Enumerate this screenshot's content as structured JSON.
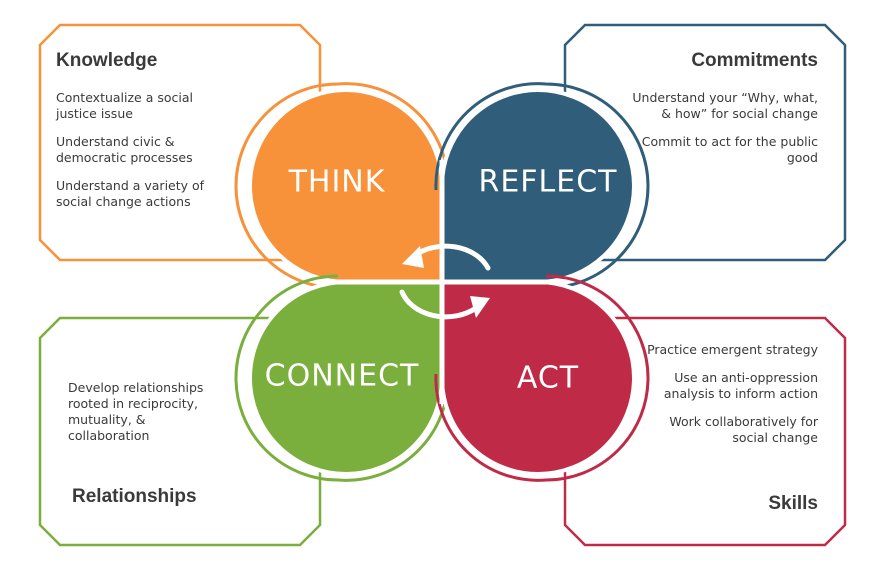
{
  "colors": {
    "think": "#f7923a",
    "reflect": "#2f5d7a",
    "connect": "#7aae3d",
    "act": "#bf2b47",
    "text": "#3a3a3a"
  },
  "quadrants": {
    "knowledge": {
      "title": "Knowledge",
      "petal": "THINK",
      "items": [
        "Contextualize a social justice issue",
        "Understand civic & democratic processes",
        "Understand a variety of social change actions"
      ]
    },
    "commitments": {
      "title": "Commitments",
      "petal": "REFLECT",
      "items": [
        "Understand your “Why, what, & how” for social change",
        "Commit to act for the public good"
      ]
    },
    "relationships": {
      "title": "Relationships",
      "petal": "CONNECT",
      "items": [
        "Develop relationships rooted in reciprocity, mutuality, & collaboration"
      ]
    },
    "skills": {
      "title": "Skills",
      "petal": "ACT",
      "items": [
        "Practice emergent strategy",
        "Use an anti-oppression analysis to inform action",
        "Work collaboratively for social change"
      ]
    }
  },
  "icons": {
    "center": "cycle-arrows-icon"
  }
}
